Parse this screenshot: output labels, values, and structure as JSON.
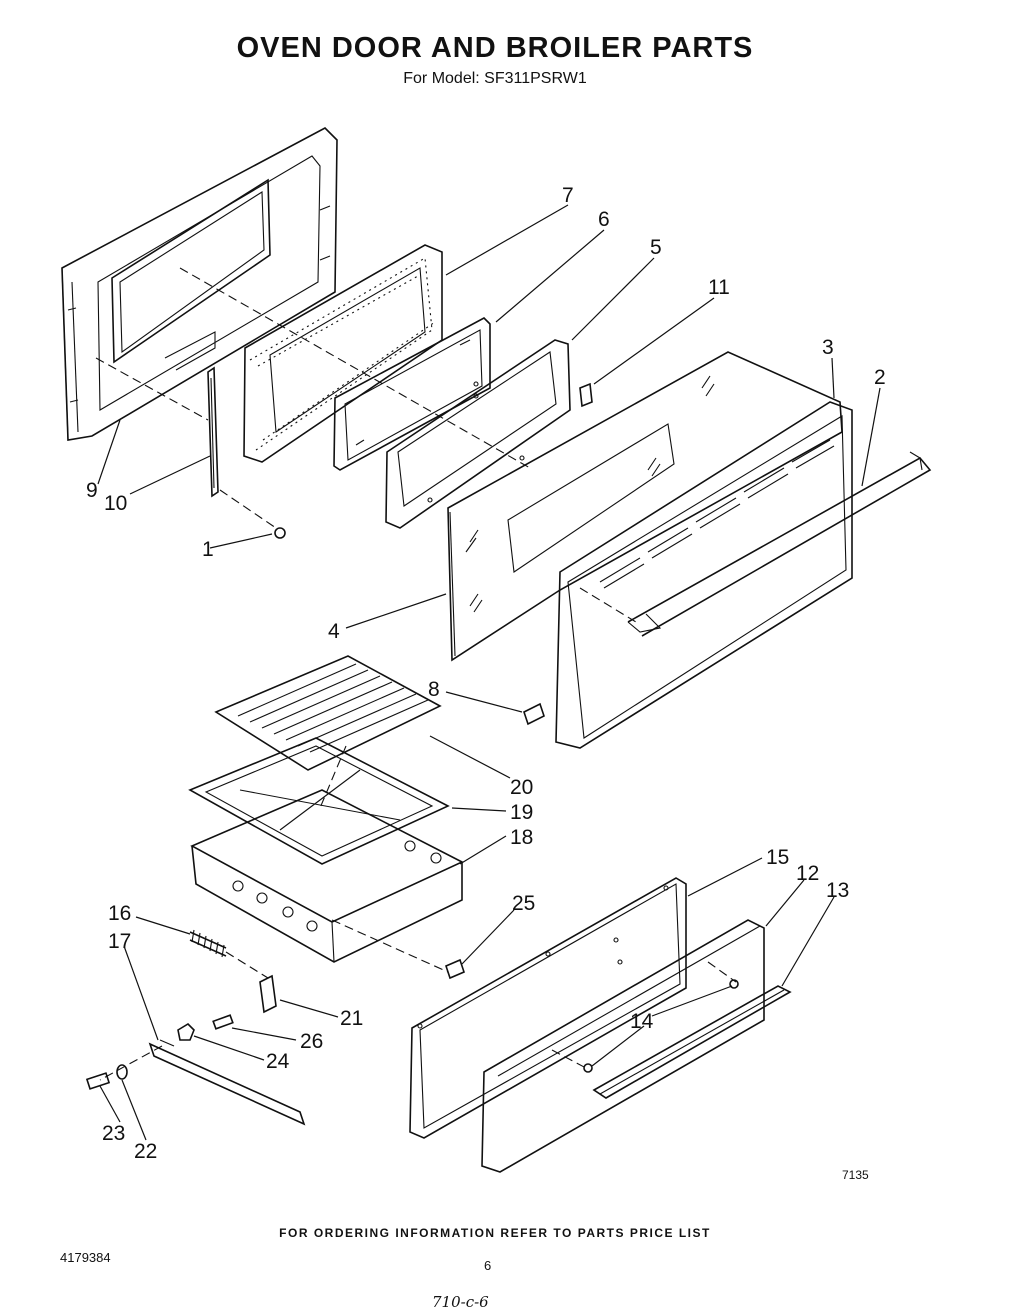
{
  "header": {
    "title": "OVEN DOOR AND BROILER PARTS",
    "model": "For Model: SF311PSRW1"
  },
  "callouts": [
    "1",
    "2",
    "3",
    "4",
    "5",
    "6",
    "7",
    "8",
    "9",
    "10",
    "11",
    "12",
    "13",
    "14",
    "15",
    "16",
    "17",
    "18",
    "19",
    "20",
    "21",
    "22",
    "23",
    "24",
    "25",
    "26"
  ],
  "footer": {
    "ordering_note": "FOR ORDERING INFORMATION REFER TO PARTS PRICE LIST",
    "doc_number": "4179384",
    "page_number": "6",
    "drawing_code": "7135",
    "handwritten_note": "710-c-6"
  }
}
